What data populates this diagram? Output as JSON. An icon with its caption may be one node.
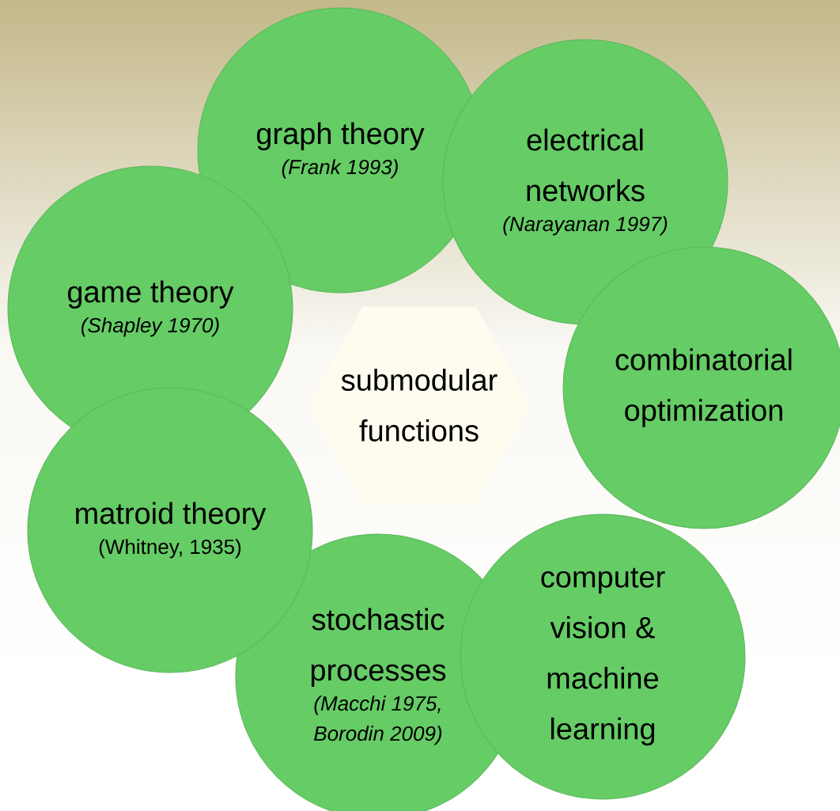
{
  "diagram": {
    "nodes": [
      {
        "text": [
          "submodular functions"
        ]
      },
      {
        "text": [
          "graph theory",
          "(Frank 1993)"
        ]
      },
      {
        "text": [
          "electrical networks",
          "(Narayanan 1997)"
        ]
      },
      {
        "text": [
          "game theory",
          "(Shapley 1970)"
        ]
      },
      {
        "text": [
          "combinatorial optimization"
        ]
      },
      {
        "text": [
          "matroid theory",
          "(Whitney, 1935)"
        ]
      },
      {
        "text": [
          "stochastic processes",
          "(Macchi 1975, Borodin 2009)"
        ]
      },
      {
        "text": [
          "computer vision & machine learning"
        ]
      }
    ]
  }
}
